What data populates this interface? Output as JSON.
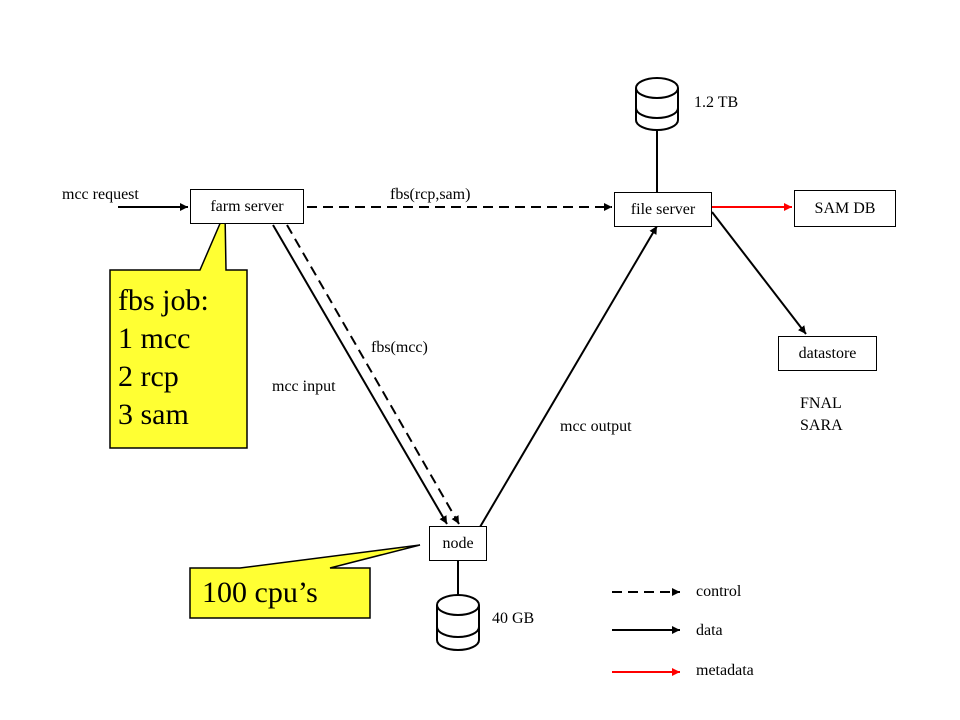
{
  "nodes": {
    "farm_server": "farm server",
    "file_server": "file server",
    "sam_db": "SAM DB",
    "datastore": "datastore",
    "node": "node"
  },
  "storage": {
    "file_server_disk": "1.2 TB",
    "node_disk": "40 GB"
  },
  "edges": {
    "mcc_request": "mcc request",
    "fbs_rcp_sam": "fbs(rcp,sam)",
    "fbs_mcc": "fbs(mcc)",
    "mcc_input": "mcc input",
    "mcc_output": "mcc output"
  },
  "datastore_sites": [
    "FNAL",
    "SARA"
  ],
  "callouts": {
    "fbs_job": [
      "fbs job:",
      "1 mcc",
      "2 rcp",
      "3 sam"
    ],
    "cpus": "100 cpu’s"
  },
  "legend": {
    "control": "control",
    "data": "data",
    "metadata": "metadata"
  },
  "colors": {
    "callout_fill": "#FFFF33",
    "metadata_arrow": "#FF0000",
    "line": "#000000"
  }
}
